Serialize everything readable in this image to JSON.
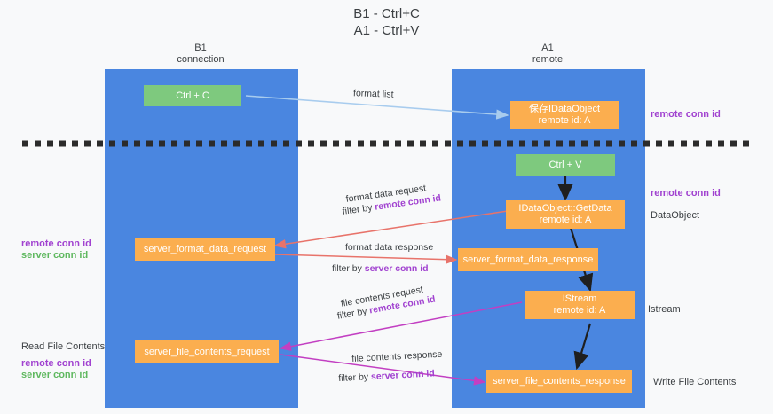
{
  "title": {
    "line1": "B1 - Ctrl+C",
    "line2": "A1 - Ctrl+V"
  },
  "columns": [
    {
      "name": "B1",
      "sub": "connection"
    },
    {
      "name": "A1",
      "sub": "remote"
    }
  ],
  "colors": {
    "lane": "#4a86e0",
    "green_box": "#7ec97e",
    "orange_box": "#fbae4f",
    "purple_text": "#a142d0",
    "green_text": "#5fb85f",
    "arrow_blue": "#a8ccee",
    "arrow_red": "#e8736a",
    "arrow_magenta": "#c23fc2",
    "arrow_black": "#1f1f1f",
    "background": "#f8f9fa"
  },
  "boxes": {
    "ctrl_c": "Ctrl + C",
    "ctrl_v": "Ctrl + V",
    "save_idataobject_l1": "保存IDataObject",
    "save_idataobject_l2": "remote id: A",
    "getdata_l1": "IDataObject::GetData",
    "getdata_l2": "remote id: A",
    "istream_l1": "IStream",
    "istream_l2": "remote id: A",
    "server_format_data_request": "server_format_data_request",
    "server_format_data_response": "server_format_data_response",
    "server_file_contents_request": "server_file_contents_request",
    "server_file_contents_response": "server_file_contents_response"
  },
  "arrow_labels": {
    "format_list": "format list",
    "format_data_request": "format data request",
    "format_data_request_filter_prefix": "filter by ",
    "format_data_request_filter_key": "remote conn id",
    "format_data_response": "format data response",
    "format_data_response_filter_prefix": "filter by ",
    "format_data_response_filter_key": "server conn id",
    "file_contents_request": "file contents request",
    "file_contents_request_filter_prefix": "filter by ",
    "file_contents_request_filter_key": "remote conn id",
    "file_contents_response": "file contents response",
    "file_contents_response_filter_prefix": "filter by ",
    "file_contents_response_filter_key": "server conn id"
  },
  "annotations": {
    "right_remote_conn_id_top": "remote conn id",
    "right_remote_conn_id_mid": "remote conn id",
    "right_dataobject": "DataObject",
    "right_istream": "Istream",
    "right_write_file_contents": "Write File Contents",
    "left_remote_conn_id_mid": "remote conn id",
    "left_server_conn_id_mid": "server conn id",
    "left_read_file_contents": "Read File Contents",
    "left_remote_conn_id_bottom": "remote conn id",
    "left_server_conn_id_bottom": "server conn id"
  }
}
